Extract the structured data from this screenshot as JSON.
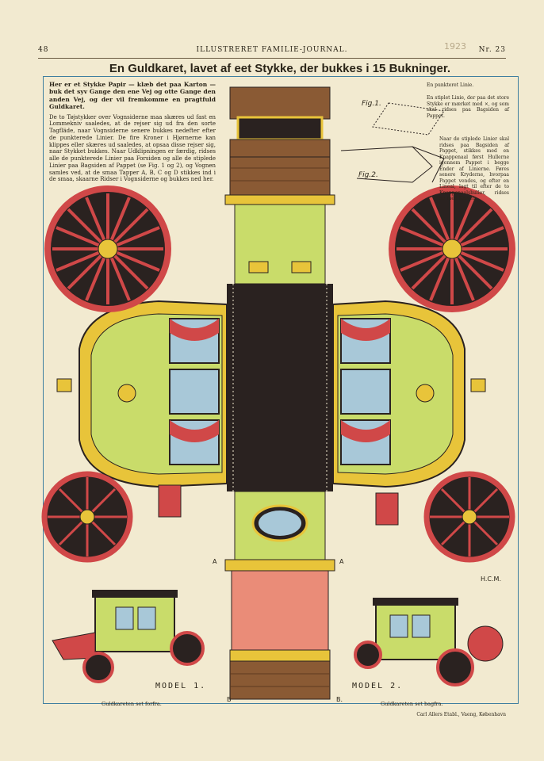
{
  "header": {
    "page_number": "48",
    "journal": "ILLUSTRERET FAMILIE-JOURNAL.",
    "issue": "Nr. 23",
    "handwritten_year": "1923"
  },
  "title": "En Guldkaret, lavet af eet Stykke, der bukkes i 15 Bukninger.",
  "intro": {
    "lead": "Her er et Stykke Papir — klæb det paa Karton — buk det syv Gange den ene Vej og otte Gange den anden Vej, og der vil fremkomme en pragtfuld Guldkaret.",
    "body": "De to Tøjstykker over Vognsiderne maa skæres ud fast en Lommekniv saaledes, at de rejser sig ud fra den sorte Tagfläde, naar Vognsiderne senere bukkes nedefter efter de punkterede Linier. De fire Kroner i Hjørnerne kan klippes eller skæres ud saaledes, at opsaa disse rejser sig, naar Stykket bukkes. Naar Udklipningen er færdig, ridses alle de punkterede Linier paa Forsiden og alle de stiplede Linier paa Bagsiden af Pappet (se Fig. 1 og 2), og Vognen samles ved, at de smaa Tapper A, B, C og D stikkes ind i de smaa, skaarne Ridser i Vognsiderne og bukkes ned her."
  },
  "notes": {
    "dotted_line": "En punkteret Linie.",
    "dashed_line": "En stiplet Linie, der paa det store Stykke er mærket med ×, og som skal ridses paa Bagsiden af Pappet.",
    "instructions": "Naar de stiplede Linier skal ridses paa Bagsiden af Pappet, stikkes med en Knappenaal først Hullerne igennem Pappet i begge Ender af Linierne. Føres senere Kryderne, hvorpaa Pappet vendes, og efter en Lineal, lagt til efter de to Knappenaalshuller, ridses nu med Kniven."
  },
  "figures": {
    "fig1": "Fig.1.",
    "fig2": "Fig.2."
  },
  "labels": {
    "a_left": "A",
    "a_right": "A",
    "b_left": "B",
    "b_right": "B.",
    "artist": "H.C.M."
  },
  "models": {
    "model1": {
      "label": "MODEL 1.",
      "caption": "Guldkareten set forfra."
    },
    "model2": {
      "label": "MODEL 2.",
      "caption": "Guldkareten set bagfra."
    }
  },
  "printer": "Carl Allers Etabl., Vaeng, København",
  "colors": {
    "gold": "#e8c43a",
    "green": "#c9dc6a",
    "red": "#d04848",
    "black": "#2a2220",
    "wood": "#8a5a34",
    "blue_frame": "#3f7fa0"
  }
}
